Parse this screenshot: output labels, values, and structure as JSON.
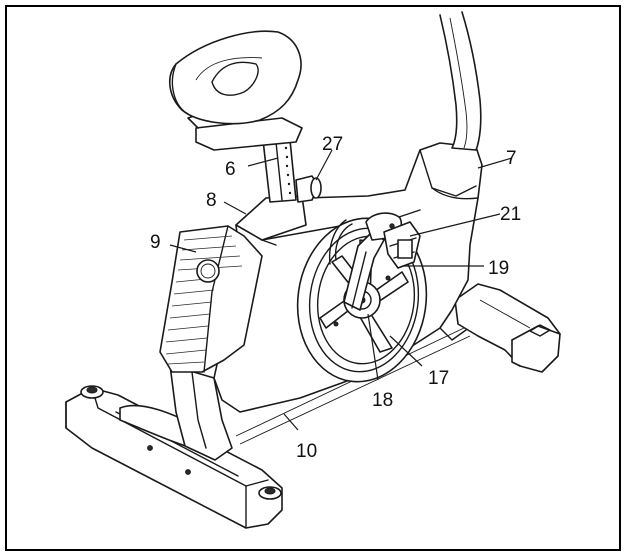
{
  "callouts": {
    "c6": "6",
    "c27": "27",
    "c7": "7",
    "c8": "8",
    "c21": "21",
    "c9": "9",
    "c19": "19",
    "c17": "17",
    "c18": "18",
    "c10": "10"
  },
  "colors": {
    "line": "#1a1a1a",
    "background": "#ffffff",
    "frame": "#000000"
  }
}
